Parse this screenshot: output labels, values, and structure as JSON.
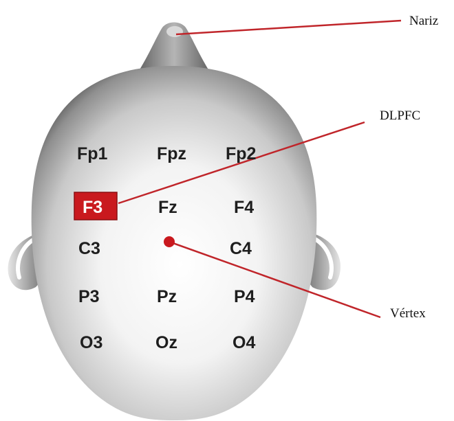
{
  "colors": {
    "accent_red": "#c9191e",
    "label_text": "#1e1e1e",
    "highlight_text": "#ffffff",
    "leader_line": "#c0252a"
  },
  "diagram": {
    "electrodes": [
      {
        "label": "Fp1",
        "key": "fp1"
      },
      {
        "label": "Fpz",
        "key": "fpz"
      },
      {
        "label": "Fp2",
        "key": "fp2"
      },
      {
        "label": "F3",
        "key": "f3",
        "highlighted": true
      },
      {
        "label": "Fz",
        "key": "fz"
      },
      {
        "label": "F4",
        "key": "f4"
      },
      {
        "label": "C3",
        "key": "c3"
      },
      {
        "label": "C4",
        "key": "c4"
      },
      {
        "label": "P3",
        "key": "p3"
      },
      {
        "label": "Pz",
        "key": "pz"
      },
      {
        "label": "P4",
        "key": "p4"
      },
      {
        "label": "O3",
        "key": "o3"
      },
      {
        "label": "Oz",
        "key": "oz"
      },
      {
        "label": "O4",
        "key": "o4"
      }
    ],
    "callouts": {
      "nose": "Nariz",
      "dlpfc": "DLPFC",
      "vertex": "Vértex"
    }
  }
}
